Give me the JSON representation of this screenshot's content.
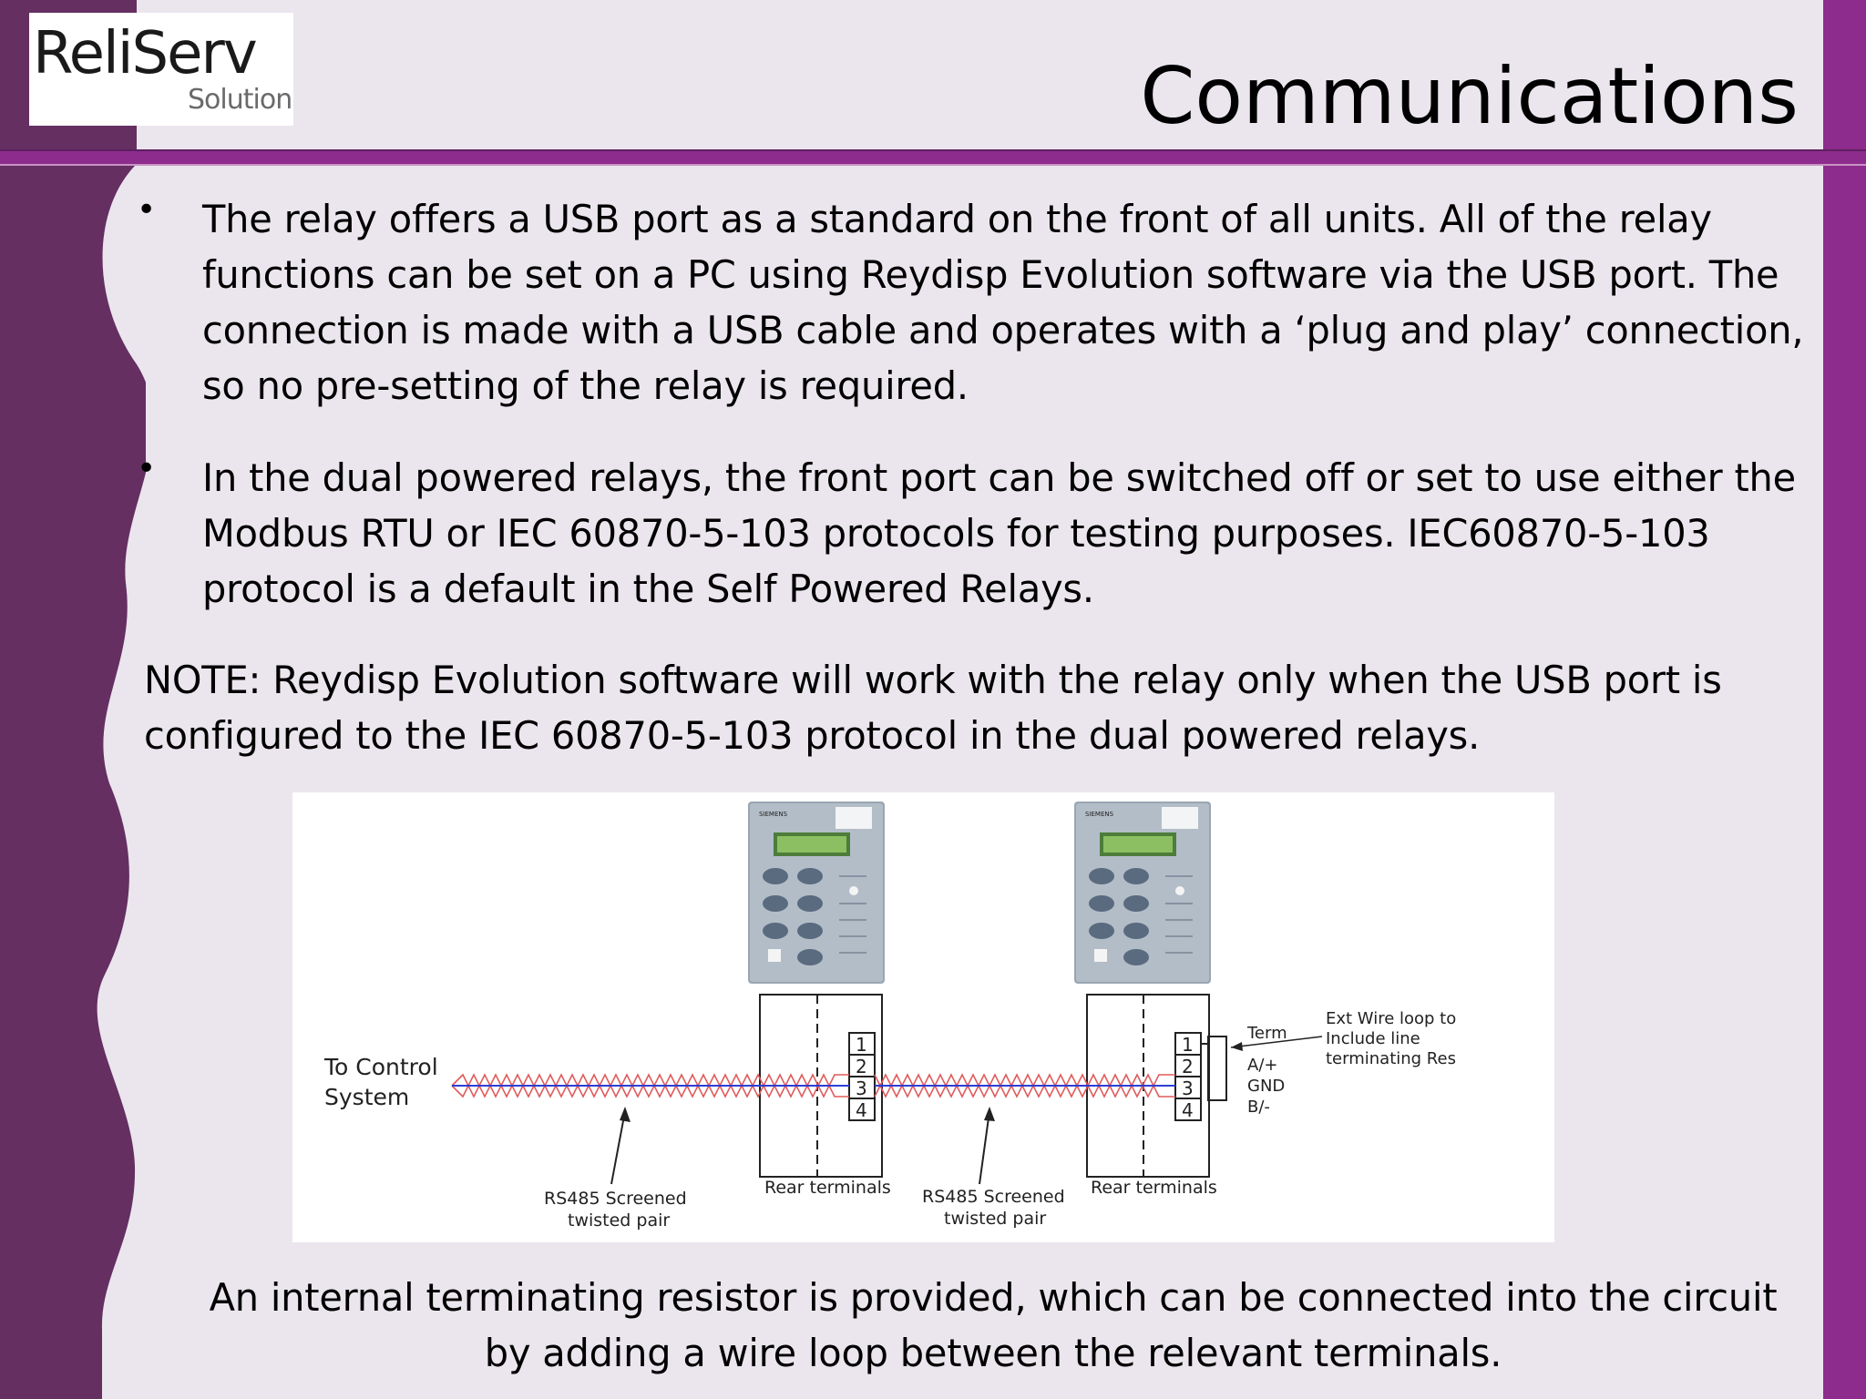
{
  "logo": {
    "brand": "ReliServ",
    "sub": "Solution"
  },
  "title": "Communications",
  "bullets": [
    "The relay offers a USB port as a standard on the front of all units. All of the relay functions can be set on a PC using Reydisp Evolution software via the USB port. The connection is made with a USB cable and operates with a ‘plug and play’ connection, so no pre-setting of the relay is required.",
    "In the dual powered relays, the front port can be switched off or set to use either the Modbus RTU or IEC 60870-5-103 protocols for testing purposes. IEC60870-5-103 protocol is a default in the Self Powered Relays."
  ],
  "note": "NOTE: Reydisp Evolution software will work with the relay only when the USB port is configured to the IEC 60870-5-103 protocol in the dual powered relays.",
  "diagram": {
    "to_control_line1": "To Control",
    "to_control_line2": "System",
    "cable_label_line1": "RS485 Screened",
    "cable_label_line2": "twisted pair",
    "rear_terminals": "Rear terminals",
    "terminal_numbers": [
      "1",
      "2",
      "3",
      "4"
    ],
    "term": "Term",
    "pin_a": "A/+",
    "pin_gnd": "GND",
    "pin_b": "B/-",
    "ext_line1": "Ext Wire loop to",
    "ext_line2": "Include line",
    "ext_line3": "terminating Res",
    "relay_brand": "SIEMENS"
  },
  "caption": "An internal terminating resistor is provided, which can be connected into the circuit by adding a wire loop between the relevant terminals.",
  "colors": {
    "purple_dark": "#652f62",
    "purple_band": "#8d2c8c",
    "background": "#ebe6ee"
  }
}
